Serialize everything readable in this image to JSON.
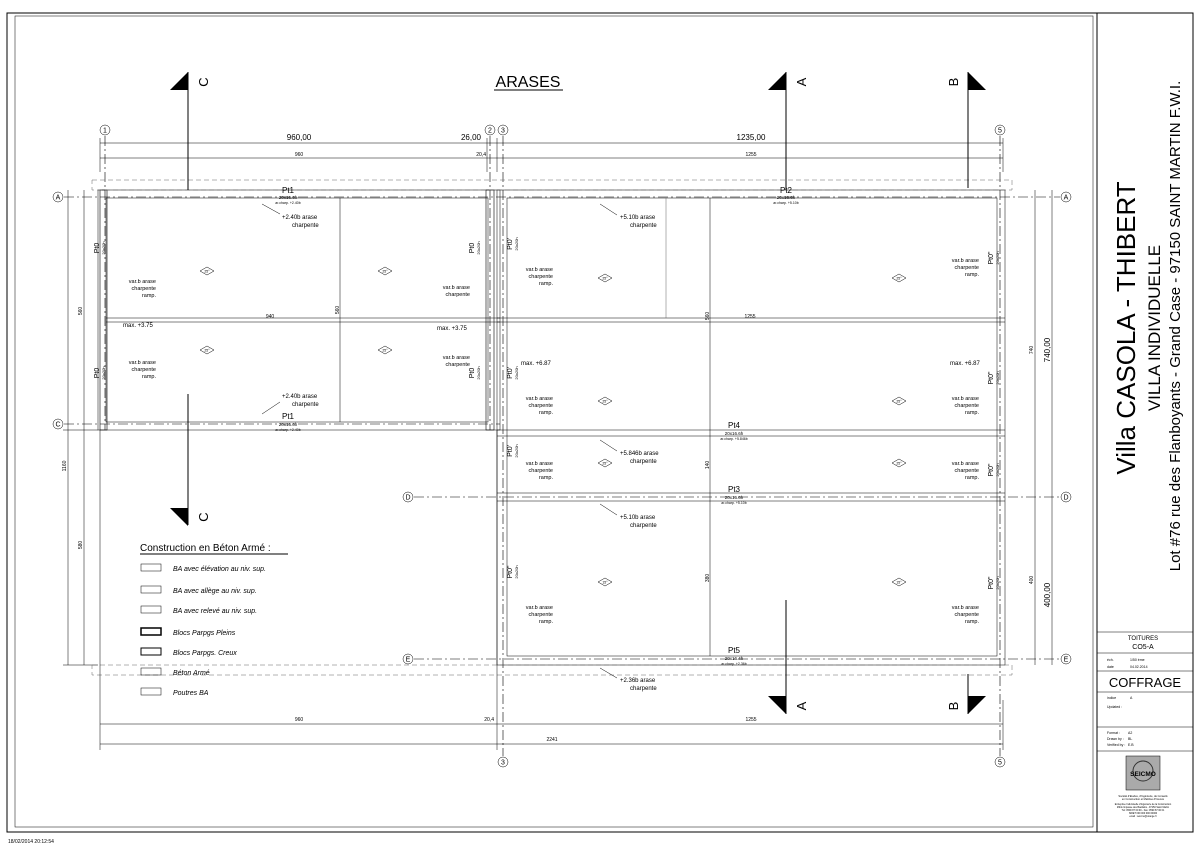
{
  "title": "ARASES",
  "stamp": "18/02/2014 20:12:54",
  "axes": {
    "1": "1",
    "2": "2",
    "3": "3",
    "5": "5",
    "A": "A",
    "C": "C",
    "D": "D",
    "E": "E"
  },
  "sections": {
    "A": "A",
    "B": "B",
    "C": "C"
  },
  "dims": {
    "top_960": "960,00",
    "top_26": "26,00",
    "top_1235": "1235,00",
    "small_960": "960",
    "small_20": "20,4",
    "small_1255": "1255",
    "left_560": "560",
    "left_1160": "1160",
    "left_580": "580",
    "right_740": "740,00",
    "right_400": "400,00",
    "right_740s": "740",
    "right_400s": "400",
    "bot_960": "960",
    "bot_20": "20,4",
    "bot_1255": "1255",
    "bot_total": "2241",
    "mid_940": "940",
    "mid_1255": "1255",
    "v_560": "560",
    "v_560b": "560",
    "v_140": "140",
    "v_380": "380"
  },
  "beams": {
    "pt1_top": "Pt1",
    "pt1_top_s": "20x16.6h",
    "pt1_top_t": "ar.charp. +2.40b",
    "pt2": "Pt2",
    "pt2_s": "20x16.6h",
    "pt2_t": "ar.charp. +5.10b",
    "pt1_bot": "Pt1",
    "pt1_bot_s": "20x16.6h",
    "pt1_bot_t": "ar.charp. +2.40b",
    "pt4": "Pt4",
    "pt4_s": "20x16.6h",
    "pt4_t": "ar.charp. +5.846b",
    "pt3": "Pt3",
    "pt3_s": "20x16.6h",
    "pt3_t": "ar.charp. +5.10b",
    "pt5": "Pt5",
    "pt5_s": "20x16.4h",
    "pt5_t": "ar.charp. +2.36b",
    "pt0": "Pt0",
    "pt0p": "Pt0'",
    "pt0pp": "Pt0\"",
    "pt0_s": "20x20h",
    "pt0_t": "ar.charp. var.b"
  },
  "notes": {
    "n240": "+2.40b arase",
    "n510": "+5.10b arase",
    "n5846": "+5.846b arase",
    "n236": "+2.36b arase",
    "charpente": "charpente",
    "var1": "var.b arase",
    "var2": "charpente",
    "var3": "ramp.",
    "max375": "max. +3.75",
    "max687": "max. +6.87",
    "slope": "25°",
    "slope15": "15°"
  },
  "legend": {
    "title": "Construction en Béton Armé :",
    "items": [
      "BA avec élévation au niv. sup.",
      "BA avec allège au niv. sup.",
      "BA avec relevé au niv. sup.",
      "Blocs Parpgs Pleins",
      "Blocs Parpgs. Creux",
      "Béton Armé",
      "Poutres BA"
    ]
  },
  "titleblock": {
    "project": "Villa CASOLA - THIBERT",
    "type": "VILLA INDIVIDUELLE",
    "address": "Lot #76 rue des Flanboyants - Grand Case - 97150 SAINT MARTIN F.W.I.",
    "sheet_name": "TOITURES",
    "sheet_code": "CO5-A",
    "ech_label": "éch.",
    "ech_val": "1/50 ème",
    "date_label": "date",
    "date_val": "04.02.2014",
    "doc": "COFFRAGE",
    "indice_label": "indice",
    "indice_val": "A",
    "update_label": "Updated :",
    "format_label": "Format :",
    "format_val": "A2",
    "drawn_label": "Drawn by :",
    "drawn_val": "BL",
    "verified_label": "Verified by :",
    "verified_val": "E.B",
    "logo": "SEICMO",
    "company1": "Société d'Etudes, d'Ingénierie, de Conseils",
    "company2": "en Construction et Maîtrise d'Oeuvre",
    "addr1": "Entreprise Individuelle d'Ingénierie de la Construction",
    "addr2": "26bis Impasse des Baobabs - 97150 Saint Martin",
    "addr3": "Tél: 0590 87 00 00 - Fax: 0590 87 00 01",
    "addr4": "SIRET 000 000 000 00000",
    "addr5": "email : seicmo@orange.fr"
  }
}
